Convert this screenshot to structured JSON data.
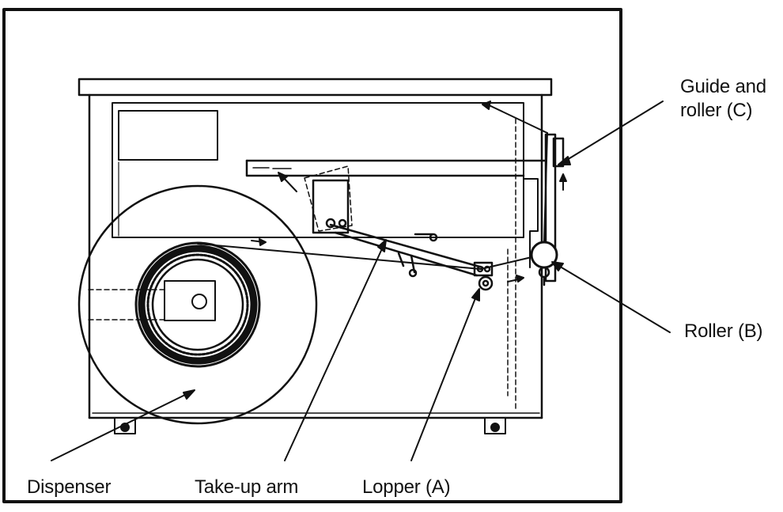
{
  "diagram": {
    "labels": {
      "guide_roller": "Guide  and\nroller (C)",
      "roller_b": "Roller (B)",
      "dispenser": "Dispenser",
      "take_up_arm": "Take-up arm",
      "lopper_a": "Lopper (A)"
    },
    "colors": {
      "ink": "#111111",
      "paper": "#ffffff"
    }
  }
}
